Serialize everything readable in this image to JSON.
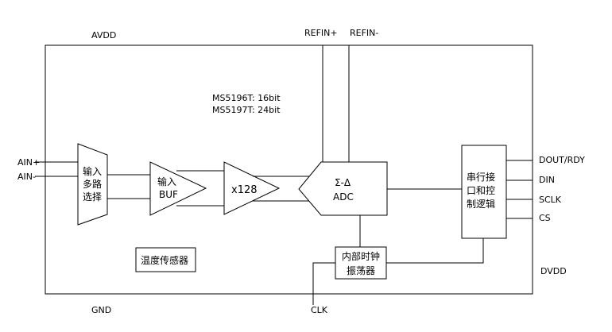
{
  "pins": {
    "avdd": "AVDD",
    "gnd": "GND",
    "refin_pos": "REFIN+",
    "refin_neg": "REFIN-",
    "ain_pos": "AIN+",
    "ain_neg": "AIN-",
    "dout": "DOUT/RDY",
    "din": "DIN",
    "sclk": "SCLK",
    "cs": "CS",
    "dvdd": "DVDD",
    "clk": "CLK"
  },
  "notes": {
    "line1": "MS5196T: 16bit",
    "line2": "MS5197T: 24bit"
  },
  "blocks": {
    "mux": [
      "输入",
      "多路",
      "选择"
    ],
    "buf": [
      "输入",
      "BUF"
    ],
    "pga": "x128",
    "adc": [
      "Σ-Δ",
      "ADC"
    ],
    "serial": [
      "串行接",
      "口和控",
      "制逻辑"
    ],
    "osc": [
      "内部时钟",
      "振荡器"
    ],
    "temp": "温度传感器"
  }
}
